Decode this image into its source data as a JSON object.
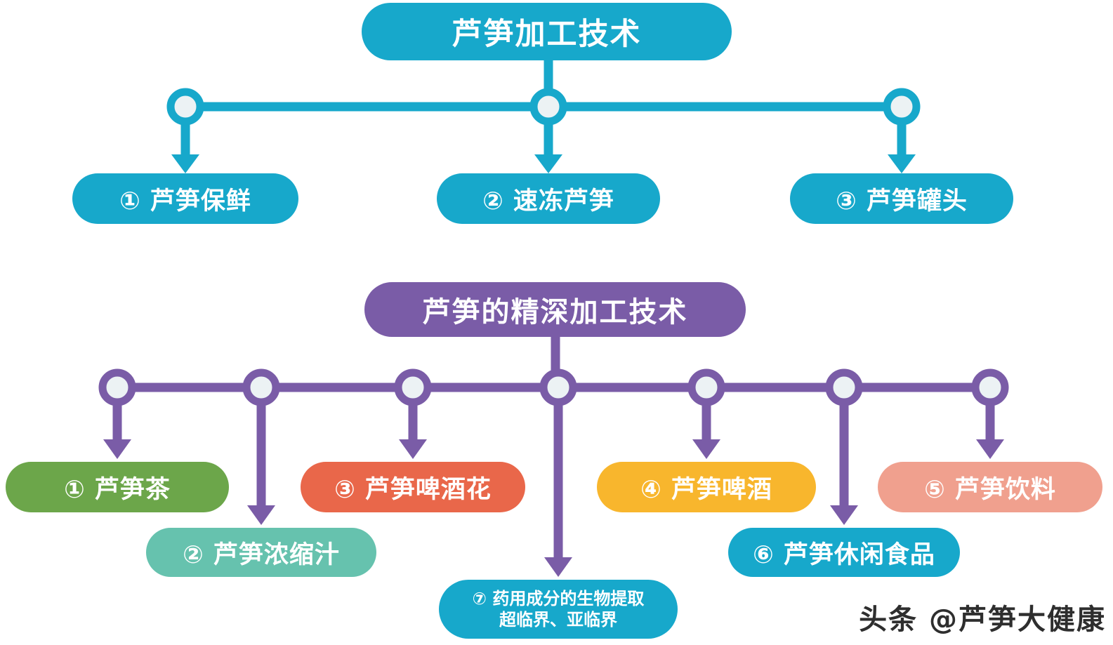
{
  "colors": {
    "teal": "#17A8CB",
    "purple": "#7A5CA7",
    "green": "#6CA64A",
    "seafoam": "#66C2AE",
    "orange": "#E9674A",
    "yellow": "#F8B62D",
    "pink": "#F0A08E",
    "ring": "#ECF2F4"
  },
  "top_tree": {
    "root_label": "芦笋加工技术",
    "children": [
      {
        "label": "① 芦笋保鲜"
      },
      {
        "label": "② 速冻芦笋"
      },
      {
        "label": "③ 芦笋罐头"
      }
    ]
  },
  "bottom_tree": {
    "root_label": "芦笋的精深加工技术",
    "children": [
      {
        "label": "① 芦笋茶"
      },
      {
        "label": "② 芦笋浓缩汁"
      },
      {
        "label": "③ 芦笋啤酒花"
      },
      {
        "label": "④ 芦笋啤酒"
      },
      {
        "label": "⑤ 芦笋饮料"
      },
      {
        "label": "⑥ 芦笋休闲食品"
      },
      {
        "label": "⑦ 药用成分的生物提取",
        "label_line2": "超临界、亚临界"
      }
    ]
  },
  "watermark": "头条 @芦笋大健康"
}
